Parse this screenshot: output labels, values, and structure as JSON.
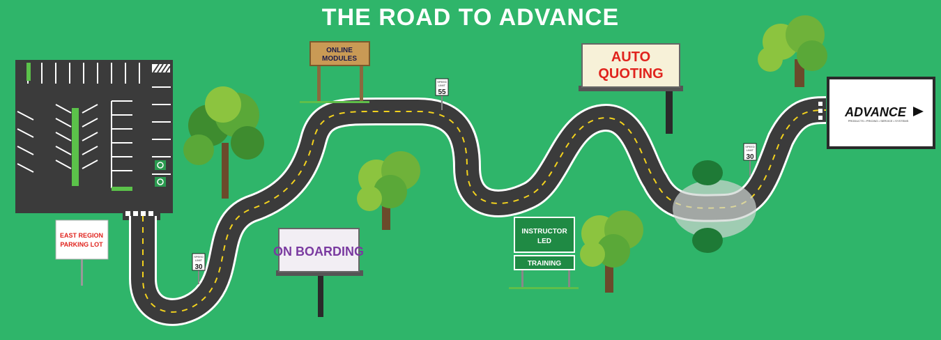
{
  "title": "THE ROAD TO ADVANCE",
  "signs": {
    "parking": {
      "line1": "EAST REGION",
      "line2": "PARKING LOT"
    },
    "online": {
      "line1": "ONLINE",
      "line2": "MODULES"
    },
    "onboarding": "ON BOARDING",
    "auto": {
      "line1": "AUTO",
      "line2": "QUOTING"
    },
    "instructor": {
      "line1": "INSTRUCTOR",
      "line2": "LED",
      "line3": "TRAINING"
    },
    "advance": {
      "logo": "ADVANCE",
      "tagline": "PRODUCTS • PRICING • SERVICE • SYSTEMS"
    }
  },
  "speed_limits": [
    {
      "top": "SPEED",
      "mid": "LIMIT",
      "value": "30"
    },
    {
      "top": "SPEED",
      "mid": "LIMIT",
      "value": "55"
    },
    {
      "top": "SPEED",
      "mid": "LIMIT",
      "value": "30"
    }
  ],
  "colors": {
    "grass": "#2fb56a",
    "road": "#3b3b3b",
    "lane": "#f3d21d",
    "edge": "#ffffff",
    "tree_light": "#8cc43f",
    "tree_dark": "#3e8c2f",
    "trunk": "#6b4a2b",
    "sign_red": "#e0231d",
    "sign_purple": "#7a3aa0",
    "sign_green": "#1f8a44"
  },
  "icons": {
    "accessible": "accessible-parking-icon",
    "arrow": "advance-arrow-icon"
  }
}
